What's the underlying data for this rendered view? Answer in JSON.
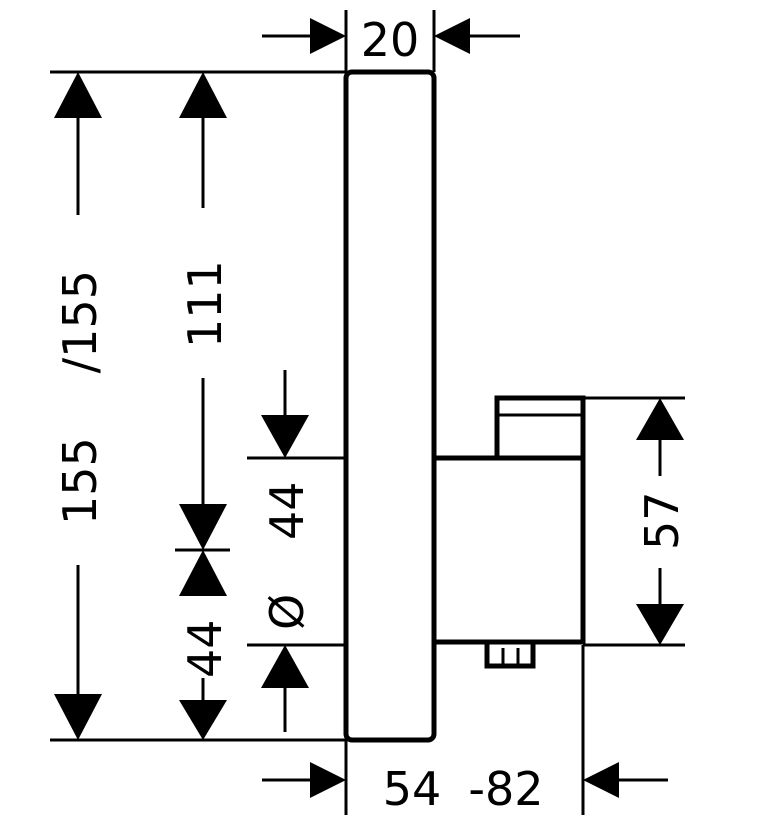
{
  "dimensions": {
    "top_width": "20",
    "outer_height": "155",
    "outer_height_alt": "/155",
    "mid_height": "111",
    "lower_height": "44",
    "diameter_symbol": "Ø",
    "diameter_value": "44",
    "body_height": "57",
    "depth": "54",
    "depth_range": "-82"
  }
}
